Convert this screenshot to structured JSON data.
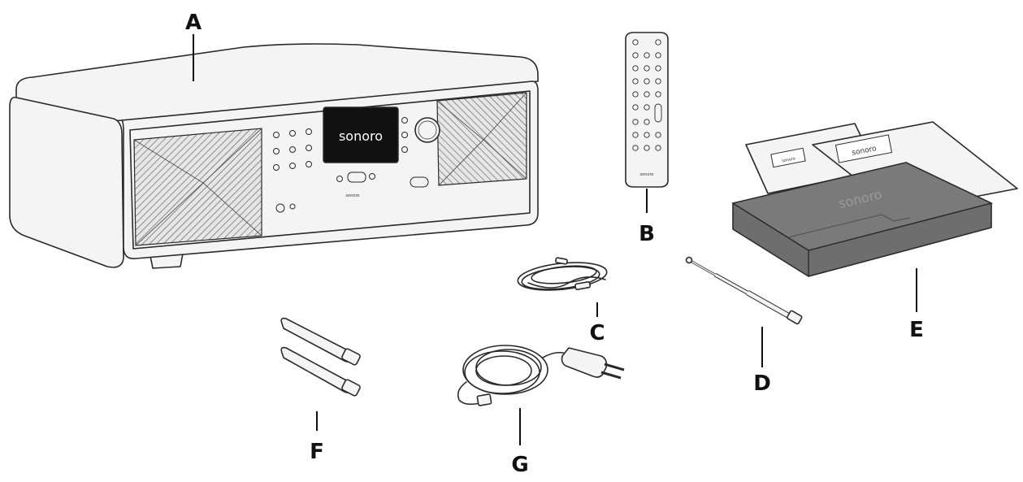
{
  "callouts": {
    "a": "A",
    "b": "B",
    "c": "C",
    "d": "D",
    "e": "E",
    "f": "F",
    "g": "G"
  },
  "brand": {
    "radio_display": "sonoro",
    "radio_panel": "sonoro",
    "remote": "sonoro",
    "box_lid": "sonoro",
    "card_back": "sonoro",
    "card_front": "sonoro"
  },
  "colors": {
    "display": "#111111",
    "display_text": "#ffffff",
    "ink": "#2a2a2a",
    "surface": "#f4f4f4",
    "box": "#6e6e6e",
    "box_dark": "#555555"
  },
  "icons": {
    "radio": "radio-unit-icon",
    "remote": "remote-control-icon",
    "cable": "coaxial-cable-icon",
    "antenna": "telescopic-antenna-icon",
    "box": "gift-box-icon",
    "wifi_antennas": "wifi-antennas-icon",
    "power_cable": "power-cable-icon"
  }
}
